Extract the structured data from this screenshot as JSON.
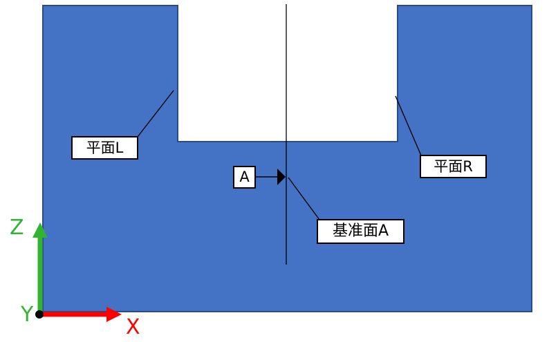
{
  "labels": {
    "plane_l": "平面L",
    "plane_r": "平面R",
    "datum_plane": "基准面A",
    "datum_letter": "A"
  },
  "axes": {
    "x_label": "X",
    "y_label": "Y",
    "z_label": "Z"
  },
  "colors": {
    "shape_fill": "#4472C4",
    "shape_stroke": "#2A4B85",
    "centerline": "#000000",
    "leader_line": "#000000",
    "datum_triangle": "#000000",
    "x_axis": "#FF0000",
    "z_axis": "#32B432",
    "y_text": "#32B432",
    "origin_dot": "#000000",
    "label_bg": "#FFFFFF",
    "label_border": "#000000"
  }
}
